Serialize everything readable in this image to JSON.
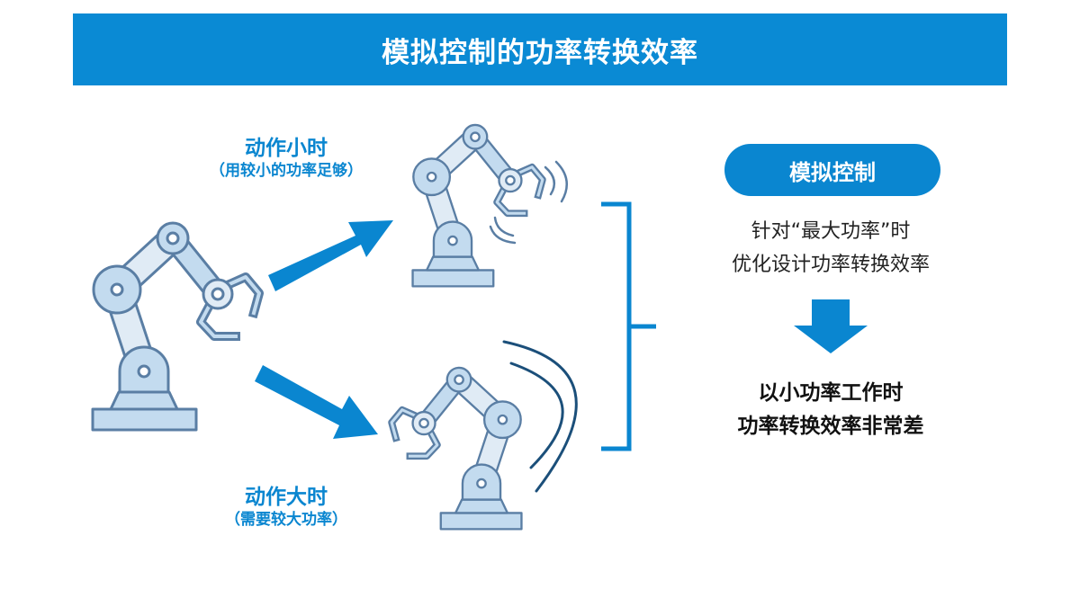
{
  "title": "模拟控制的功率转换效率",
  "small_motion": {
    "label": "动作小时",
    "note": "（用较小的功率足够）"
  },
  "large_motion": {
    "label": "动作大时",
    "note": "（需要较大功率）"
  },
  "control": {
    "badge": "模拟控制",
    "description_lines": [
      "针对“最大功率”时",
      "优化设计功率转换效率"
    ],
    "result_lines": [
      "以小功率工作时",
      "功率转换效率非常差"
    ]
  },
  "colors": {
    "accent": "#0a86d0",
    "robot_outline": "#5a7ea4",
    "robot_fill": "#c3dbef",
    "robot_fill_light": "#e0ebf5"
  }
}
